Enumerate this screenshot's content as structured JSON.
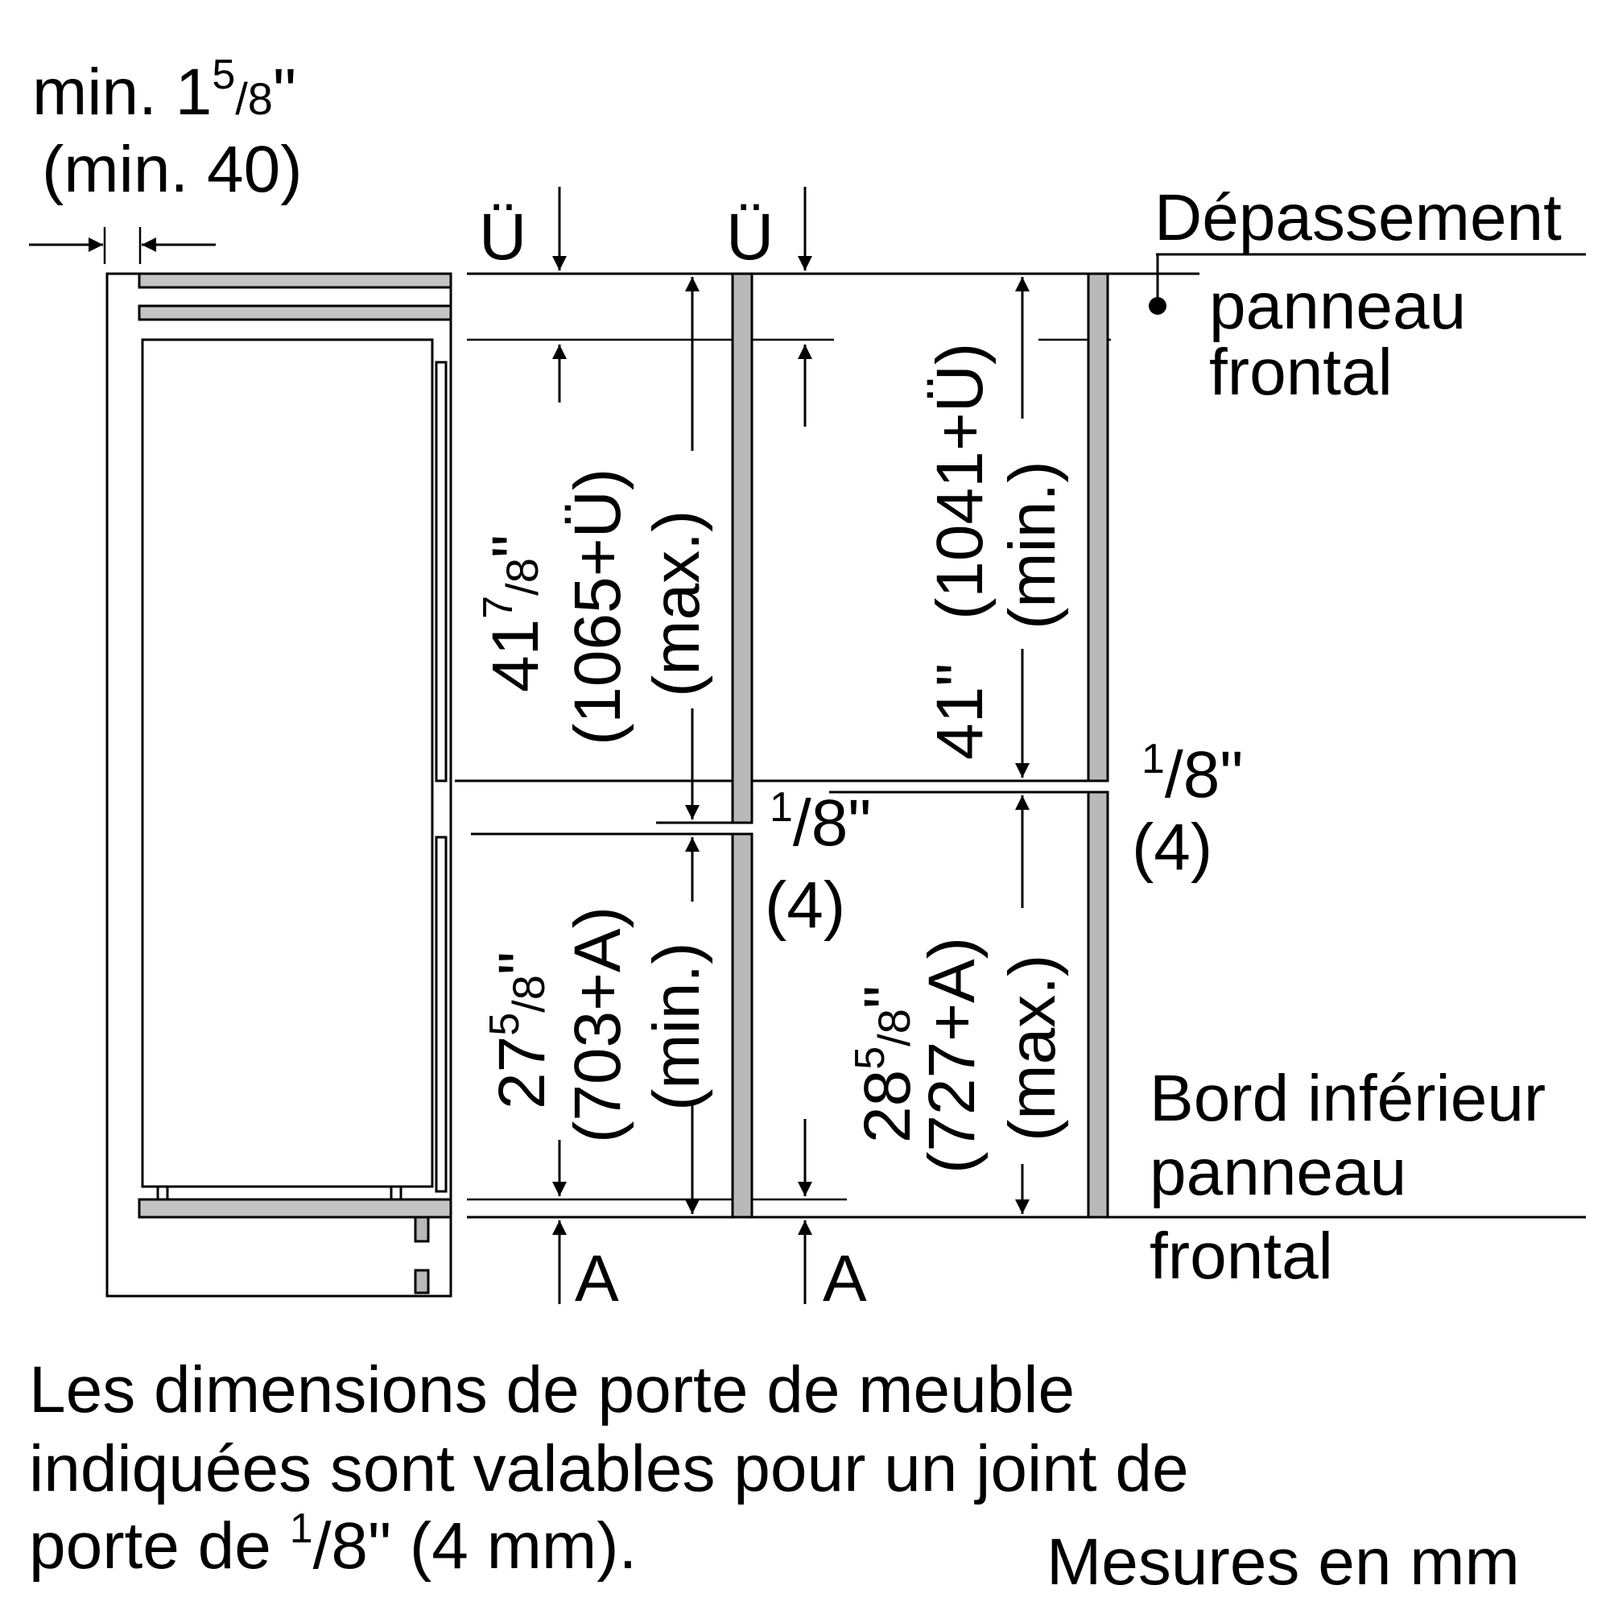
{
  "clearance": {
    "line1_prefix": "min. 1",
    "line1_sup": "5",
    "line1_den": "/8",
    "line1_suffix": "\"",
    "line2": "(min. 40)"
  },
  "markers": {
    "overhang": "Ü",
    "a": "A"
  },
  "dim_upper_left": {
    "whole": "41",
    "sup": "7",
    "den": "/8",
    "inch": "\"",
    "mm": "(1065+Ü)",
    "qual": "(max.)"
  },
  "dim_upper_right": {
    "whole": "41\"",
    "mm": "(1041+Ü)",
    "qual": "(min.)"
  },
  "dim_lower_left": {
    "whole": "27",
    "sup": "5",
    "den": "/8",
    "inch": "\"",
    "mm": "(703+A)",
    "qual": "(min.)"
  },
  "dim_lower_right": {
    "whole": "28",
    "sup": "5",
    "den": "/8",
    "inch": "\"",
    "mm": "(727+A)",
    "qual": "(max.)"
  },
  "gap_middle": {
    "sup": "1",
    "den": "/8\"",
    "mm": "(4)"
  },
  "gap_right": {
    "sup": "1",
    "den": "/8\"",
    "mm": "(4)"
  },
  "label_overhang": {
    "line1": "Dépassement",
    "line2": "panneau",
    "line3": "frontal"
  },
  "label_bottom_edge": {
    "line1": "Bord inférieur",
    "line2": "panneau",
    "line3": "frontal"
  },
  "note": {
    "line1": "Les dimensions de porte de meuble",
    "line2": "indiquées sont valables pour un joint de",
    "line3_prefix": "porte de ",
    "line3_sup": "1",
    "line3_suffix": "/8\" (4 mm)."
  },
  "units_note": "Mesures en mm"
}
